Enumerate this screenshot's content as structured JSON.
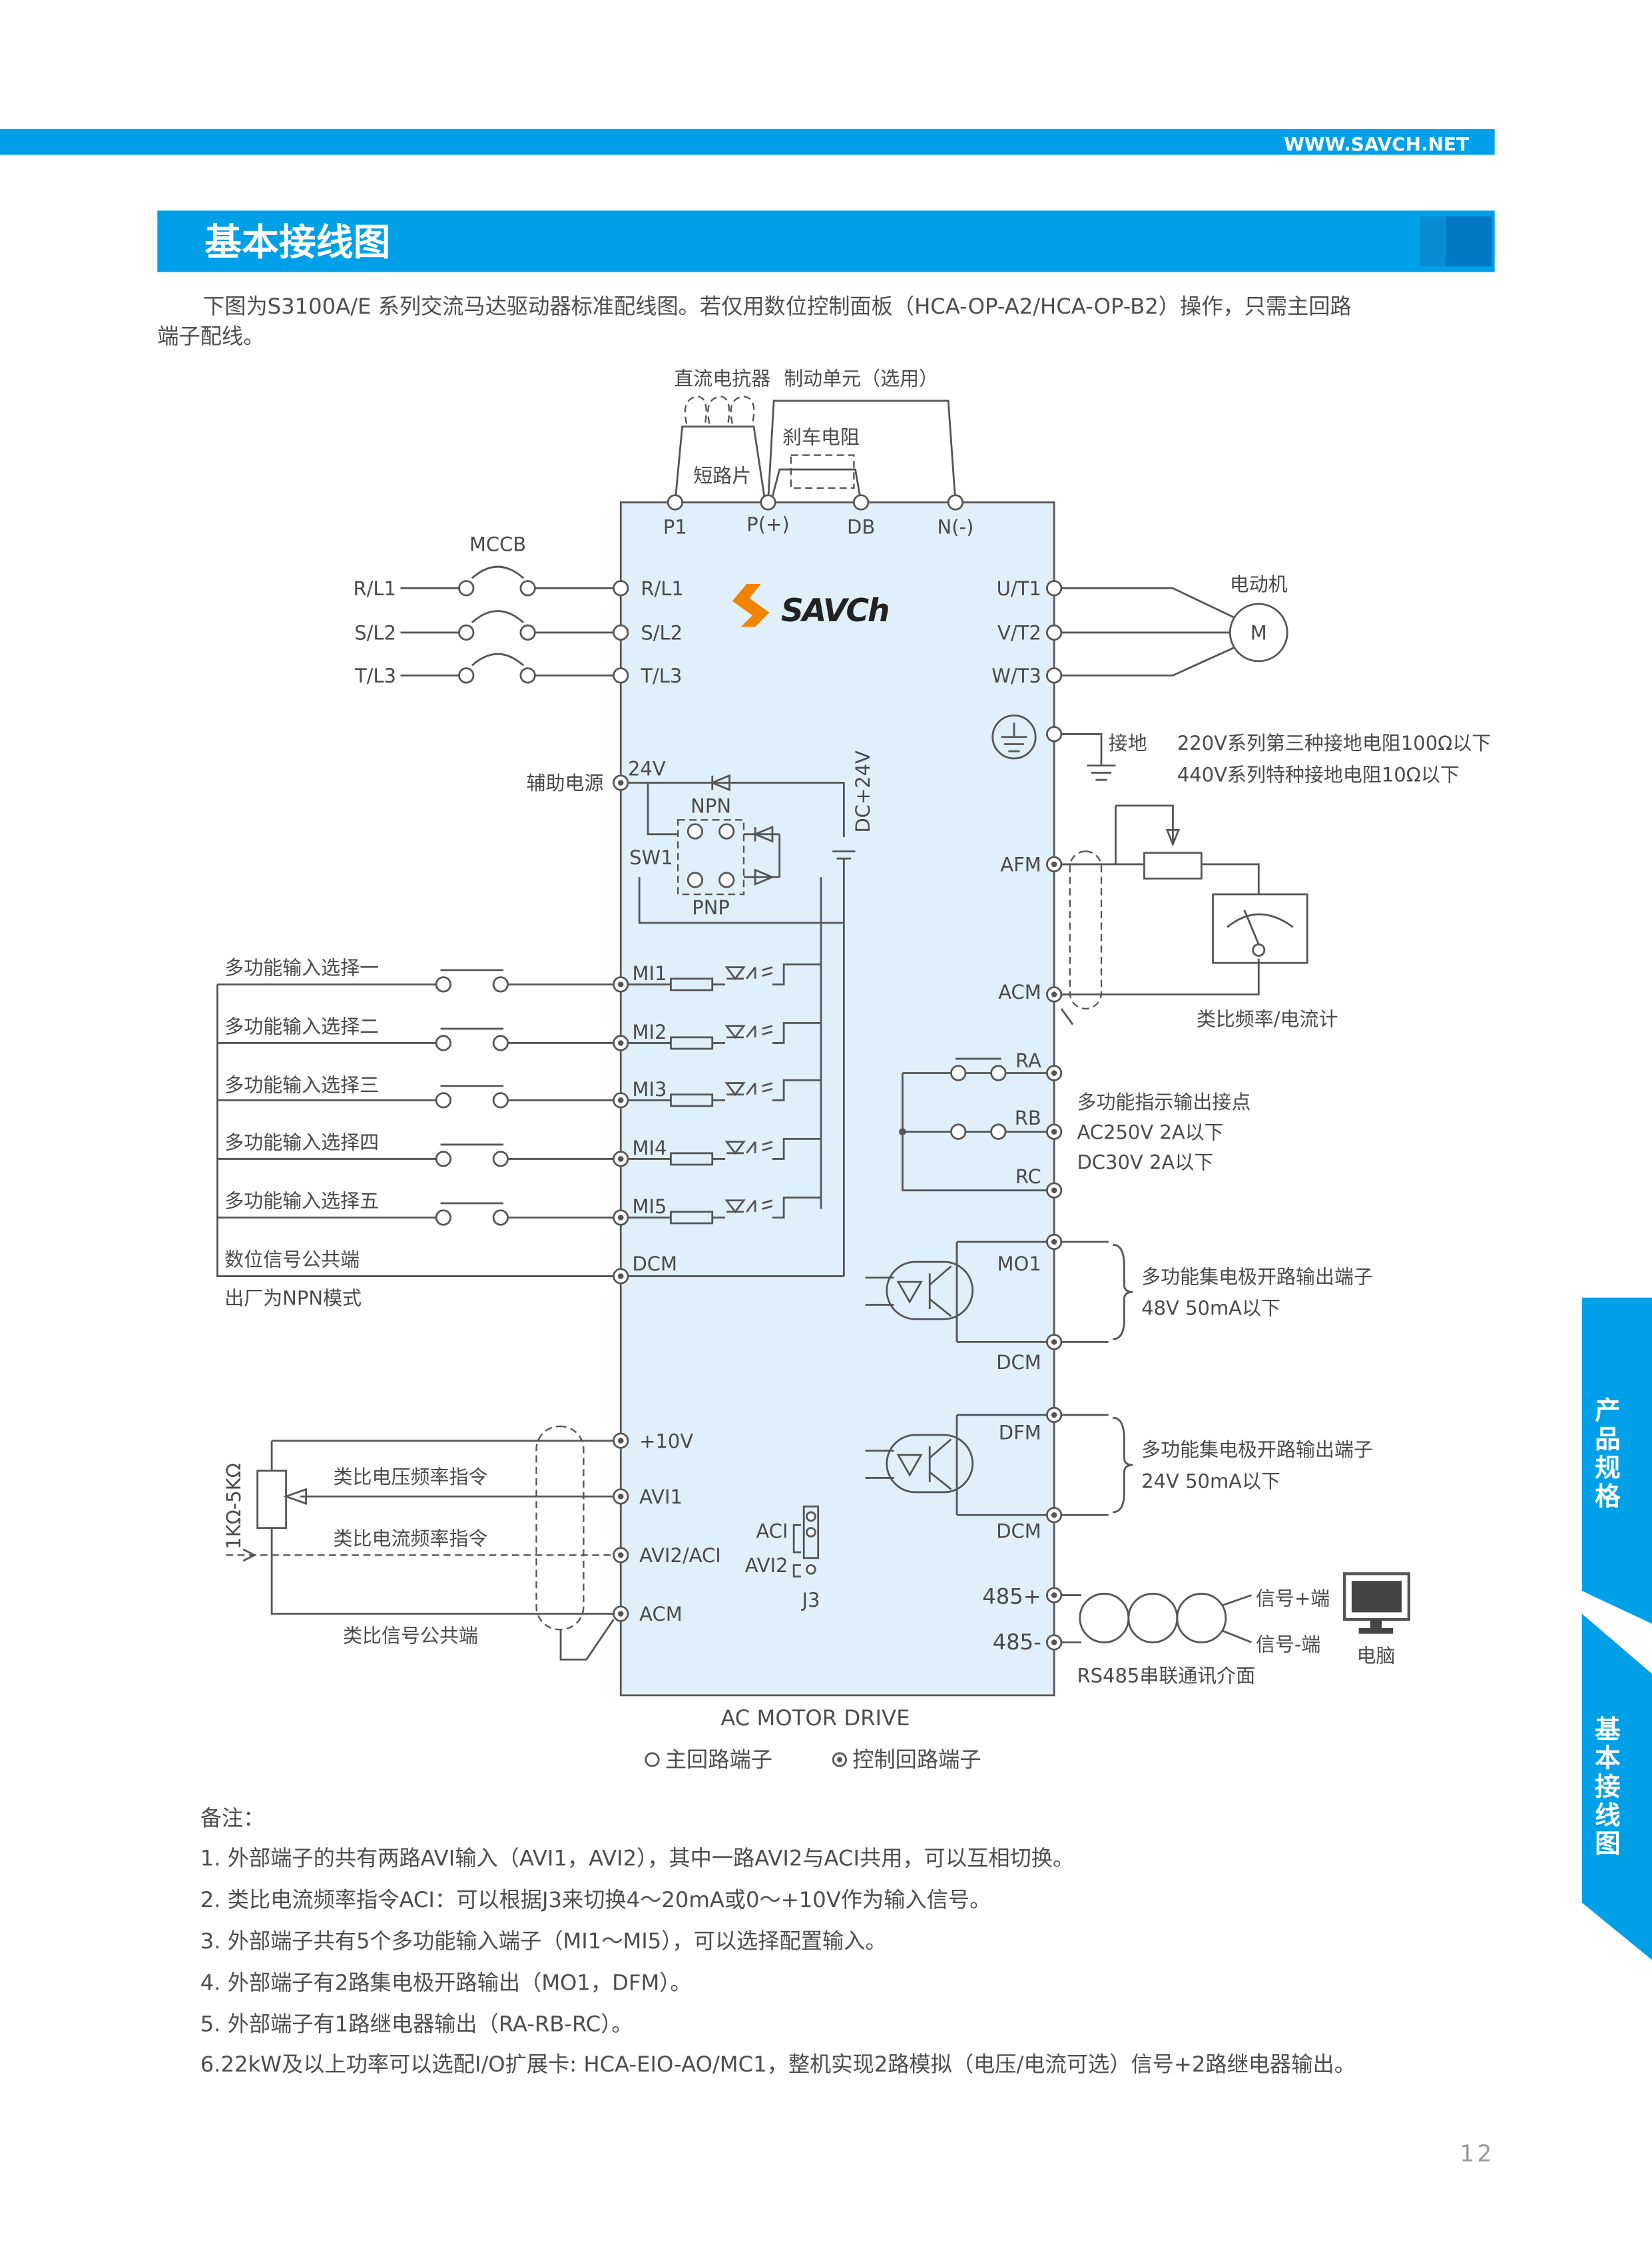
{
  "header": {
    "website": "WWW.SAVCH.NET",
    "title": "基本接线图"
  },
  "intro": {
    "line1": "下图为S3100A/E 系列交流马达驱动器标准配线图。若仅用数位控制面板（HCA-OP-A2/HCA-OP-B2）操作，只需主回路",
    "line2": "端子配线。"
  },
  "colors": {
    "accent": "#00a0e9",
    "drive_fill": "#e0f0fb",
    "logo_orange": "#f08300"
  },
  "diagram": {
    "logo": "SAVCh",
    "top": {
      "dc_reactor": "直流电抗器",
      "brake_unit": "制动单元（选用）",
      "brake_resistor": "刹车电阻",
      "short_bar": "短路片",
      "terminals": [
        "P1",
        "P(+)",
        "DB",
        "N(-)"
      ]
    },
    "mains": {
      "breaker": "MCCB",
      "inputs": [
        "R/L1",
        "S/L2",
        "T/L3"
      ]
    },
    "motor": {
      "label": "电动机",
      "symbol": "M",
      "outputs": [
        "U/T1",
        "V/T2",
        "W/T3"
      ]
    },
    "ground": {
      "label": "接地",
      "note1": "220V系列第三种接地电阻100Ω以下",
      "note2": "440V系列特种接地电阻10Ω以下"
    },
    "aux": {
      "label": "辅助电源",
      "v24": "24V",
      "dc24": "DC+24V",
      "npn": "NPN",
      "pnp": "PNP",
      "sw1": "SW1"
    },
    "inputs": [
      {
        "label": "多功能输入选择一",
        "terminal": "MI1"
      },
      {
        "label": "多功能输入选择二",
        "terminal": "MI2"
      },
      {
        "label": "多功能输入选择三",
        "terminal": "MI3"
      },
      {
        "label": "多功能输入选择四",
        "terminal": "MI4"
      },
      {
        "label": "多功能输入选择五",
        "terminal": "MI5"
      }
    ],
    "dcm": {
      "label": "数位信号公共端",
      "terminal": "DCM",
      "note": "出厂为NPN模式"
    },
    "analog_out": {
      "afm": "AFM",
      "acm": "ACM",
      "meter": "类比频率/电流计"
    },
    "relay": {
      "ra": "RA",
      "rb": "RB",
      "rc": "RC",
      "title": "多功能指示输出接点",
      "spec1": "AC250V 2A以下",
      "spec2": "DC30V 2A以下"
    },
    "mo1": {
      "terminal": "MO1",
      "dcm": "DCM",
      "title": "多功能集电极开路输出端子",
      "spec": "48V 50mA以下"
    },
    "dfm": {
      "terminal": "DFM",
      "dcm": "DCM",
      "title": "多功能集电极开路输出端子",
      "spec": "24V 50mA以下"
    },
    "analog_in": {
      "p10v": "+10V",
      "avi1": "AVI1",
      "avi2": "AVI2/ACI",
      "acm": "ACM",
      "pot": "1KΩ-5KΩ",
      "voltage_cmd": "类比电压频率指令",
      "current_cmd": "类比电流频率指令",
      "common": "类比信号公共端",
      "aci": "ACI",
      "avi2_sw": "AVI2",
      "j3": "J3"
    },
    "rs485": {
      "plus": "485+",
      "minus": "485-",
      "sig_plus": "信号+端",
      "sig_minus": "信号-端",
      "pc": "电脑",
      "interface": "RS485串联通讯介面"
    },
    "drive_label": "AC MOTOR DRIVE",
    "legend": {
      "main": "主回路端子",
      "control": "控制回路端子"
    }
  },
  "notes": {
    "title": "备注：",
    "items": [
      "1. 外部端子的共有两路AVI输入（AVI1，AVI2），其中一路AVI2与ACI共用，可以互相切换。",
      "2. 类比电流频率指令ACI：可以根据J3来切换4～20mA或0～+10V作为输入信号。",
      "3. 外部端子共有5个多功能输入端子（MI1～MI5），可以选择配置输入。",
      "4. 外部端子有2路集电极开路输出（MO1，DFM）。",
      "5. 外部端子有1路继电器输出（RA-RB-RC）。",
      "6.22kW及以上功率可以选配I/O扩展卡: HCA-EIO-AO/MC1，整机实现2路模拟（电压/电流可选）信号+2路继电器输出。"
    ]
  },
  "side_tabs": {
    "tab1": [
      "产",
      "品",
      "规",
      "格"
    ],
    "tab2": [
      "基",
      "本",
      "接",
      "线",
      "图"
    ]
  },
  "page_number": "12"
}
